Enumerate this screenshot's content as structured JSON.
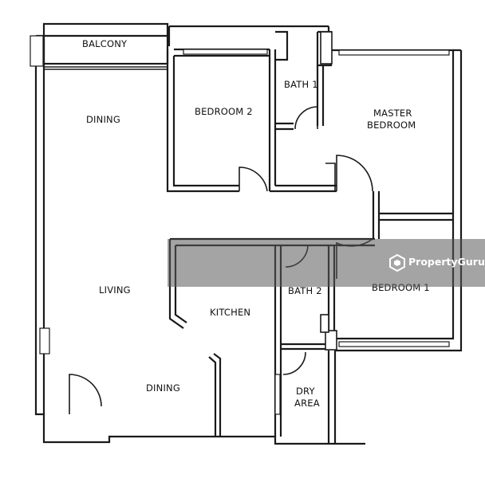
{
  "rooms": {
    "balcony": "BALCONY",
    "dining_top": "DINING",
    "bedroom2": "BEDROOM 2",
    "bath1": "BATH 1",
    "master_line1": "MASTER",
    "master_line2": "BEDROOM",
    "living": "LIVING",
    "kitchen": "KITCHEN",
    "bath2": "BATH 2",
    "bedroom1": "BEDROOM 1",
    "dining_bottom": "DINING",
    "dry_line1": "DRY",
    "dry_line2": "AREA"
  },
  "watermark": {
    "text": "PropertyGuru",
    "logo_icon": "propertyguru-logo-icon"
  }
}
